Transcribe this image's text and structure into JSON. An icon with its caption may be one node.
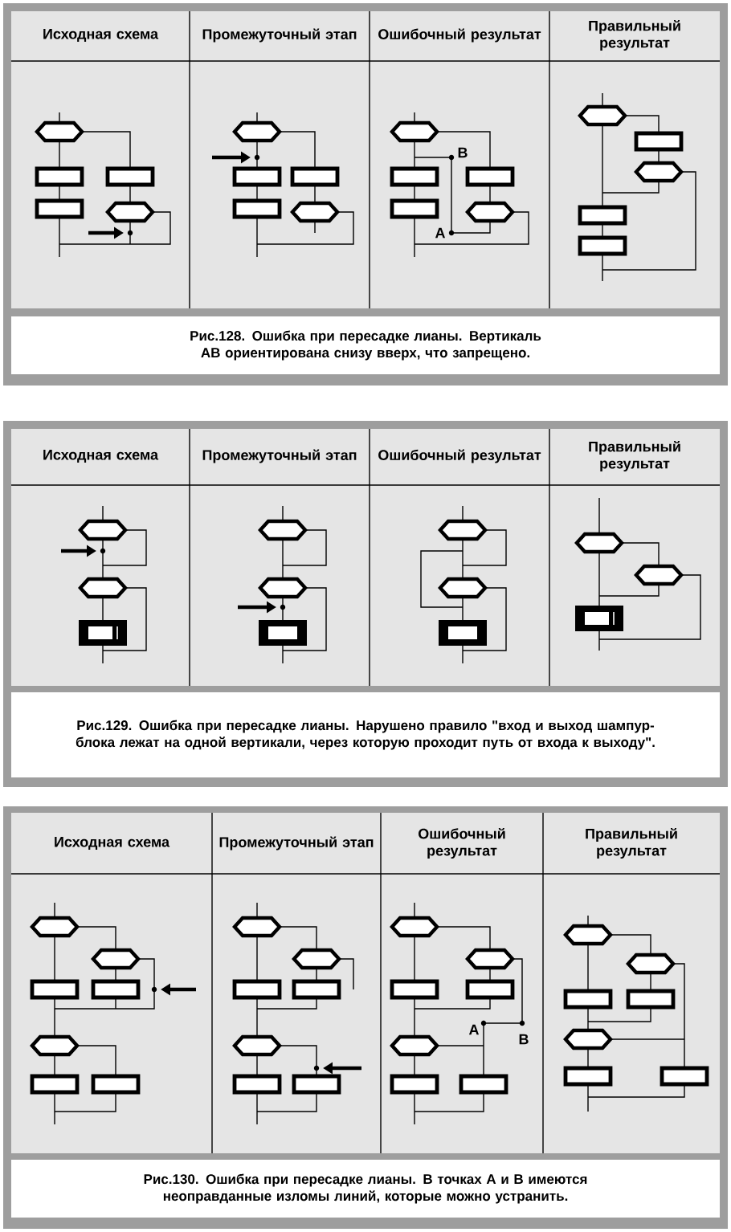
{
  "diagram": {
    "labels": [
      "Исходная схема",
      "Промежуточный этап",
      "Ошибочный результат",
      "Правильный результат",
      "В",
      "А",
      "Рис.128. Ошибка при пересадке лианы. Вертикаль АВ ориентирована снизу вверх, что запрещено.",
      "Исходная схема",
      "Промежуточный этап",
      "Ошибочный результат",
      "Правильный результат",
      "Рис.129. Ошибка при пересадке лианы. Нарушено правило \"вход и выход шампур-блока лежат на одной вертикали, через которую проходит путь от входа к выходу\".",
      "Исходная схема",
      "Промежуточный этап",
      "Ошибочный результат",
      "Правильный результат",
      "А",
      "В",
      "Рис.130. Ошибка при пересадке лианы. В точках А и В имеются неоправданные изломы линий, которые можно устранить."
    ]
  }
}
